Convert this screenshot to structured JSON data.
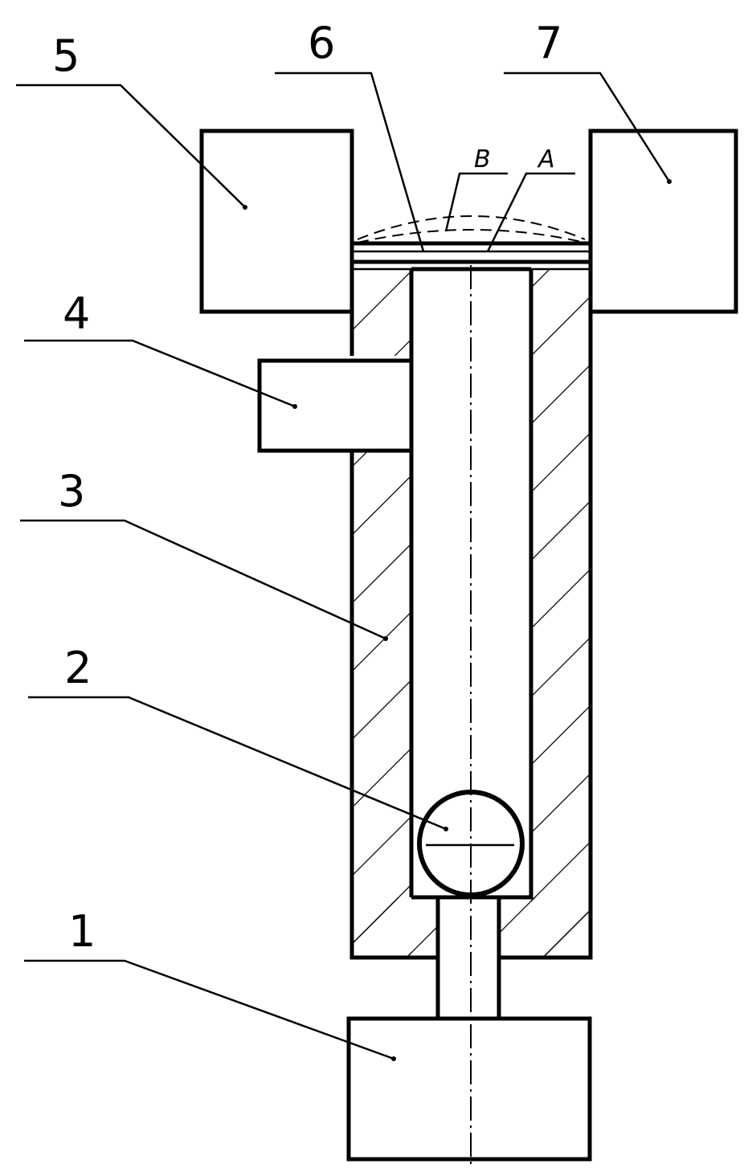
{
  "labels": {
    "part1": "1",
    "part2": "2",
    "part3": "3",
    "part4": "4",
    "part5": "5",
    "part6": "6",
    "part7": "7",
    "surface_a": "A",
    "surface_b": "B"
  }
}
